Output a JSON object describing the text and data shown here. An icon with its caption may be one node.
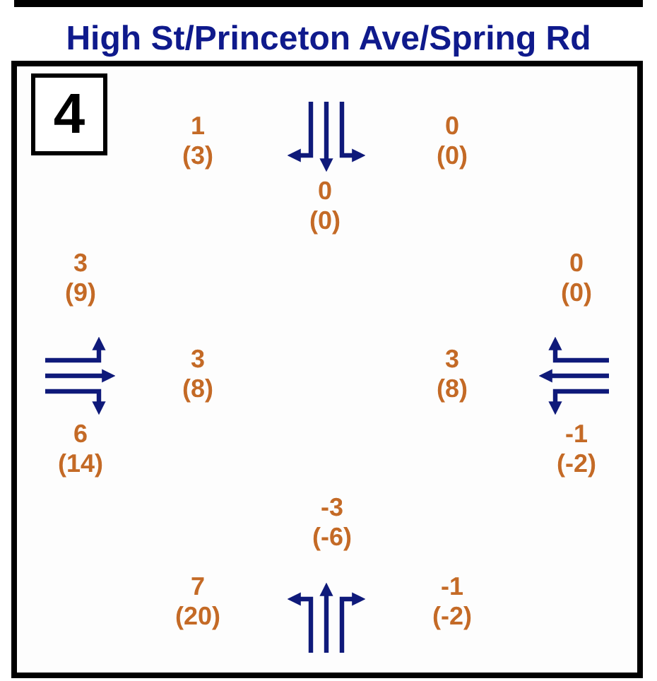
{
  "diagram": {
    "title": "High St/Princeton Ave/Spring Rd",
    "nodes": [
      {
        "text": [
          "4"
        ]
      }
    ],
    "labels": [
      "1 (3)",
      "0 (0)",
      "0 (0)",
      "3 (9)",
      "0 (0)",
      "3 (8)",
      "3 (8)",
      "6 (14)",
      "-1 (-2)",
      "-3 (-6)",
      "7 (20)",
      "-1 (-2)"
    ]
  }
}
